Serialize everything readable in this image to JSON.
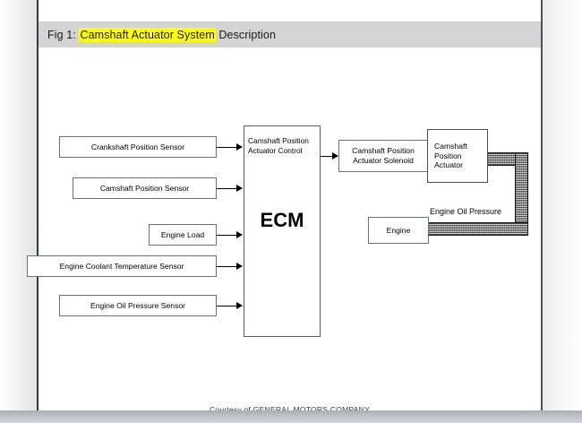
{
  "figure": {
    "caption_prefix": "Fig 1:",
    "caption_highlight": "Camshaft Actuator System",
    "caption_suffix": "Description",
    "highlight_color": "#ffff00",
    "header_bg": "#d4d4d4"
  },
  "diagram": {
    "inputs": [
      {
        "label": "Crankshaft Position Sensor"
      },
      {
        "label": "Camshaft Position Sensor"
      },
      {
        "label": "Engine Load"
      },
      {
        "label": "Engine Coolant Temperature Sensor"
      },
      {
        "label": "Engine Oil Pressure Sensor"
      }
    ],
    "ecm": {
      "title": "ECM",
      "subtitle": "Camshaft Position Actuator Control"
    },
    "outputs": [
      {
        "label": "Camshaft Position Actuator Solenoid"
      },
      {
        "label": "Camshaft Position Actuator"
      }
    ],
    "engine": {
      "label": "Engine"
    },
    "pipe": {
      "label": "Engine Oil Pressure"
    }
  },
  "footer": {
    "credit": "Courtesy of GENERAL MOTORS COMPANY"
  }
}
